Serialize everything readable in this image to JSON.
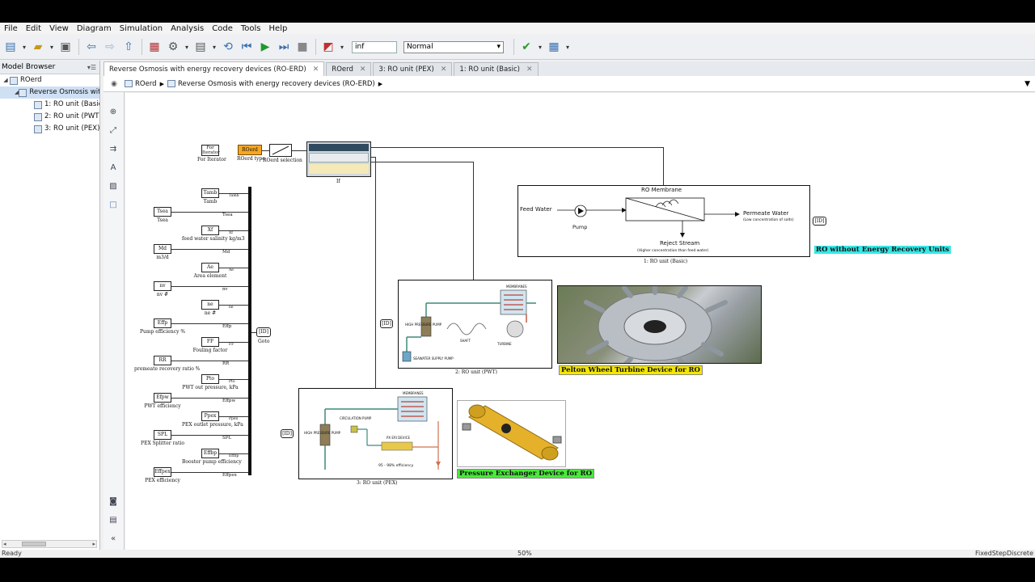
{
  "menu": [
    "File",
    "Edit",
    "View",
    "Diagram",
    "Simulation",
    "Analysis",
    "Code",
    "Tools",
    "Help"
  ],
  "toolbar": {
    "stop_time": "inf",
    "sim_mode": "Normal"
  },
  "browser": {
    "title": "Model Browser",
    "items": [
      {
        "label": "ROerd"
      },
      {
        "label": "Reverse Osmosis with energy recovery devices (RO-ERD)"
      },
      {
        "label": "1: RO unit (Basic)"
      },
      {
        "label": "2: RO unit (PWT)"
      },
      {
        "label": "3: RO unit (PEX)"
      }
    ]
  },
  "tabs": [
    {
      "label": "Reverse Osmosis with energy recovery devices (RO-ERD)"
    },
    {
      "label": "ROerd"
    },
    {
      "label": "3: RO unit (PEX)"
    },
    {
      "label": "1: RO unit (Basic)"
    }
  ],
  "breadcrumb": [
    "ROerd",
    "Reverse Osmosis with energy recovery devices (RO-ERD)"
  ],
  "status": {
    "left": "Ready",
    "zoom": "50%",
    "solver": "FixedStepDiscrete"
  },
  "canvas": {
    "for_iter": {
      "block": "For Iterator",
      "label": "For Iterator"
    },
    "roerd": {
      "block": "ROerd",
      "label": "ROerd type"
    },
    "selection_label": "ROerd selection",
    "if_label": "If",
    "goto": {
      "tag": "[ID]",
      "label": "Goto"
    },
    "from_tag": "[ID]",
    "consts": [
      {
        "block": "Tamb",
        "label": "Tamb",
        "port": "Tamb"
      },
      {
        "block": "Tsea",
        "label": "Tsea",
        "port": "Tsea"
      },
      {
        "block": "Xf",
        "label": "feed water salinity kg/m3",
        "port": "Xf"
      },
      {
        "block": "Md",
        "label": "m3/d",
        "port": "Md"
      },
      {
        "block": "Ae",
        "label": "Area element",
        "port": "Ae"
      },
      {
        "block": "nv",
        "label": "nv #",
        "port": "nv"
      },
      {
        "block": "ne",
        "label": "ne #",
        "port": "ne"
      },
      {
        "block": "Effp",
        "label": "Pump efficiency %",
        "port": "Effp"
      },
      {
        "block": "FF",
        "label": "Fouling factor",
        "port": "FF"
      },
      {
        "block": "RR",
        "label": "premeate recovery ratio %",
        "port": "RR"
      },
      {
        "block": "Pto",
        "label": "PWT out pressure, kPa",
        "port": "Pto"
      },
      {
        "block": "Efpw",
        "label": "PWT efficiency",
        "port": "Effpw"
      },
      {
        "block": "Ppex",
        "label": "PEX outlet pressure, kPa",
        "port": "Ppex"
      },
      {
        "block": "SPL",
        "label": "PEX Splitter ratio",
        "port": "SPL"
      },
      {
        "block": "Effbp",
        "label": "Booster pump efficiency",
        "port": "Effbp"
      },
      {
        "block": "Effpex",
        "label": "PEX efficiency",
        "port": "Effpex"
      }
    ],
    "basic": {
      "title": "RO Membrane",
      "feed": "Feed Water",
      "pump": "Pump",
      "permeate": "Permeate Water",
      "permeate_sub": "(Low concentration of salts)",
      "reject": "Reject Stream",
      "reject_sub": "(Higher concentration than feed water)",
      "label": "1: RO unit (Basic)"
    },
    "caption_basic": "RO without Energy Recovery Units",
    "pwt": {
      "membranes": "MEMBRANES",
      "hp_pump": "HIGH PRESSURE PUMP",
      "shaft": "SHAFT",
      "turbine": "TURBINE",
      "supply": "SEAWATER SUPPLY PUMP",
      "label": "2: RO unit (PWT)"
    },
    "caption_pwt": "Pelton Wheel Turbine Device for RO",
    "pex": {
      "membranes": "MEMBRANES",
      "hp_pump": "HIGH PRESSURE PUMP",
      "circ_pump": "CIRCULATION PUMP",
      "px_device": "PX ERI DEVICE",
      "eff": "95 - 98% efficiency",
      "label": "3: RO unit (PEX)"
    },
    "caption_pex": "Pressure Exchanger Device for RO"
  },
  "colors": {
    "caption_cyan": "#39e6e6",
    "caption_yellow": "#f3e600",
    "caption_green": "#4bea3c",
    "roerd_orange": "#f5a623"
  }
}
